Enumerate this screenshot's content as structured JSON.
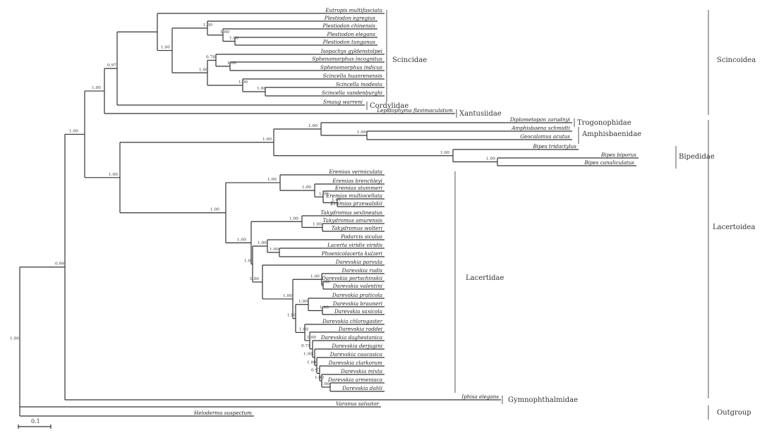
{
  "tree": {
    "tips": [
      "Eutropis multifasciata",
      "Plestiodon egregius",
      "Plestiodon chinensis",
      "Plestiodon elegans",
      "Plestiodon tunganus",
      "Isopachys gyldenstolpei",
      "Sphenomorphus incognitus",
      "Sphenomorphus indicus",
      "Scincella huanrenensis",
      "Scincella modesta",
      "Scincella vandenburghi",
      "Smaug warreni",
      "Lepidophyma flavimaculatum",
      "Diplometopon zarudnyi",
      "Amphisbaena schmidti",
      "Geocalamus acutus",
      "Bipes tridactylus",
      "Bipes biporus",
      "Bipes canaliculatus",
      "Eremias vermiculata",
      "Eremias brenchleyi",
      "Eremias stummeri",
      "Eremias multiocellata",
      "Eremias przewalskii",
      "Takydromus sexlineatus",
      "Takydromus amurensis",
      "Takydromus wolteri",
      "Podarcis siculus",
      "Lacerta viridis viridis",
      "Phoenicolacerta kulzeri",
      "Darevskia parvula",
      "Darevskia rudis",
      "Darevskia portschinskii",
      "Darevskia valentini",
      "Darevskia praticola",
      "Darevskia brauneri",
      "Darevskia saxicola",
      "Darevskia chlorogaster",
      "Darevskia raddei",
      "Darevskia daghestanica",
      "Darevskia derjugini",
      "Darevskia caucasica",
      "Darevskia clarkorum",
      "Darevskia mixta",
      "Darevskia armeniaca",
      "Darevskia dahli",
      "Iphisa elegans",
      "Varanus salvator",
      "Heloderma suspectum"
    ],
    "supports": [
      "1.00",
      "1.00",
      "1.00",
      "1.00",
      "0.78",
      "1.00",
      "1.00",
      "1.00",
      "1.00",
      "0.97",
      "1.00",
      "1.00",
      "1.00",
      "1.00",
      "1.00",
      "1.00",
      "1.00",
      "1.00",
      "1.00",
      "1.00",
      "1.00",
      "1.00",
      "1.00",
      "1.00",
      "1.00",
      "1.00",
      "1.00",
      "1.00",
      "1.00",
      "1.00",
      "0.97",
      "1.00",
      "1.00",
      "0.74",
      "1.00",
      "1.00",
      "1.00",
      "1.00",
      "1.00",
      "1.00",
      "1.00",
      "1.00",
      "1.00",
      "1.00",
      "0.99",
      "1.00",
      "1.00"
    ],
    "families": [
      "Scincidae",
      "Cordylidae",
      "Xantusiidae",
      "Trogonophidae",
      "Amphisbaenidae",
      "Bipedidae",
      "Lacertidae",
      "Gymnophthalmidae"
    ],
    "groups": [
      "Scincoidea",
      "Lacertoidea",
      "Outgroup"
    ],
    "scale_label": "0.1"
  }
}
